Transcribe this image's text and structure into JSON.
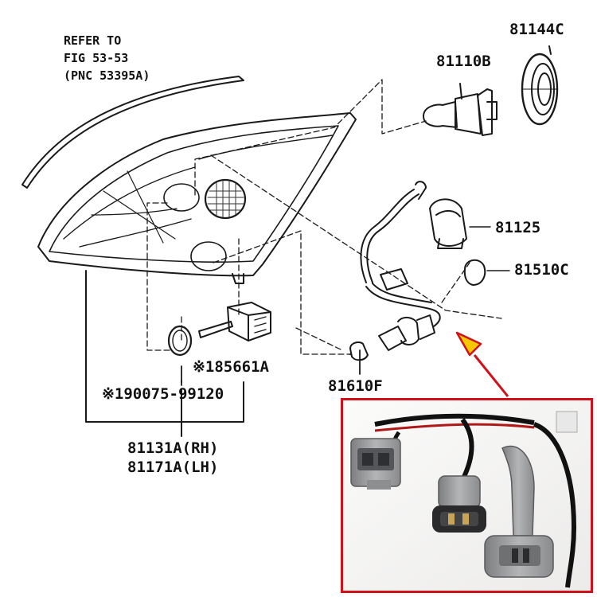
{
  "refer_note": {
    "line1": "REFER TO",
    "line2": "FIG 53-53",
    "line3": "(PNC 53395A)"
  },
  "parts": {
    "p81144C": "81144C",
    "p81110B": "81110B",
    "p81125": "81125",
    "p81510C": "81510C",
    "p85661A": "※185661A",
    "p90075": "※190075-99120",
    "p81610F": "81610F",
    "p81131A": "81131A(RH)",
    "p81171A": "81171A(LH)"
  },
  "colors": {
    "highlight_frame": "#d0101a",
    "arrow_fill": "#f5c800",
    "arrow_stroke": "#d0101a"
  }
}
